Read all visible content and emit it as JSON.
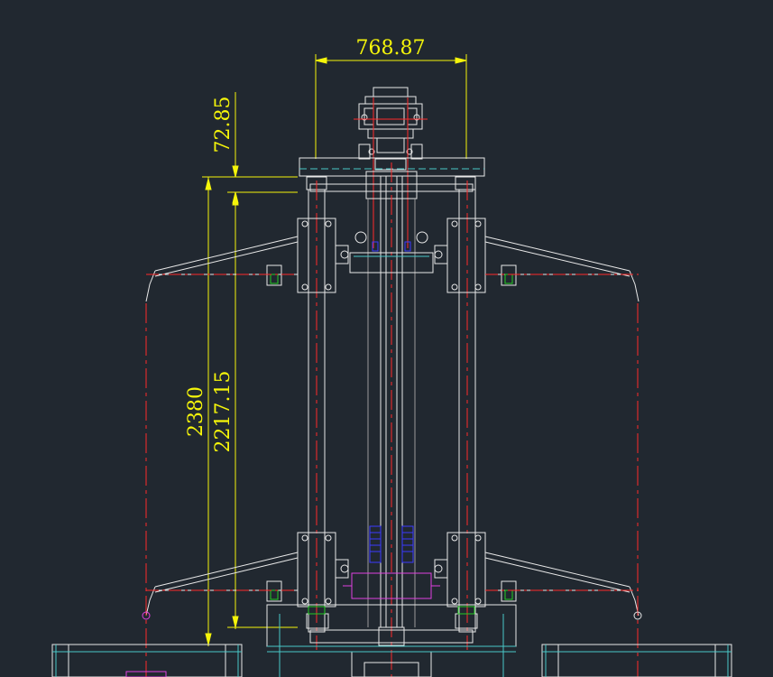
{
  "drawing": {
    "background": "#212830",
    "colors": {
      "outline": "#e8e8e8",
      "centerline": "#ff2a2a",
      "dimension": "#f5f50a",
      "hidden": "#9a9a9a",
      "cyan": "#49c8c8",
      "magenta": "#e040e0",
      "blue": "#3a3aff",
      "green": "#22cc22"
    }
  },
  "dimensions": [
    {
      "id": "top-width",
      "text": "768.87"
    },
    {
      "id": "top-offset",
      "text": "72.85"
    },
    {
      "id": "overall-height",
      "text": "2380"
    },
    {
      "id": "column-height",
      "text": "2217.15"
    }
  ]
}
